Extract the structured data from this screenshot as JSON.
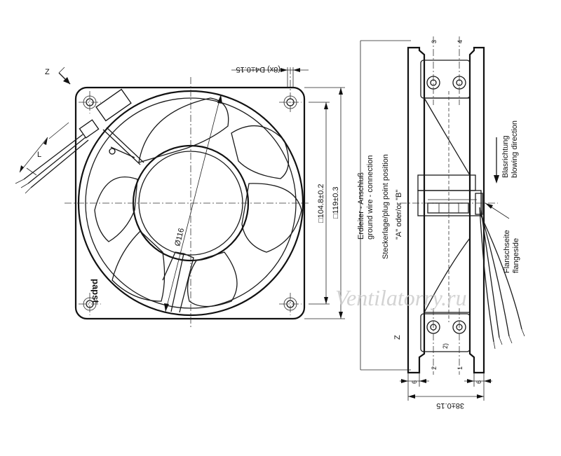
{
  "front_view": {
    "dim_outer": "□119±0.3",
    "dim_hole_spacing": "□104.8±0.2",
    "dim_diameter": "Ø116",
    "dim_holes": "(8x) D4±0.15",
    "label_z": "Z",
    "label_l": "L",
    "brand": "papst"
  },
  "side_view": {
    "ground_de": "Erdleiter - Anschluß",
    "ground_en": "ground wire - connection",
    "plug_de_en": "Steckerlage/plug point position",
    "plug_options": "\"A\"    oder/or    \"B\"",
    "blow_de": "Blasrichtung",
    "blow_en": "blowing direction",
    "flange_de": "Flanschseite",
    "flange_en": "flangeside",
    "num_1": "1",
    "num_2": "2",
    "num_3": "3",
    "num_4": "4",
    "note_2": "2)",
    "label_z": "Z",
    "dim_left": "6",
    "dim_right": "6",
    "dim_depth": "38±0.15"
  },
  "watermark": "Ventilatorry.ru"
}
